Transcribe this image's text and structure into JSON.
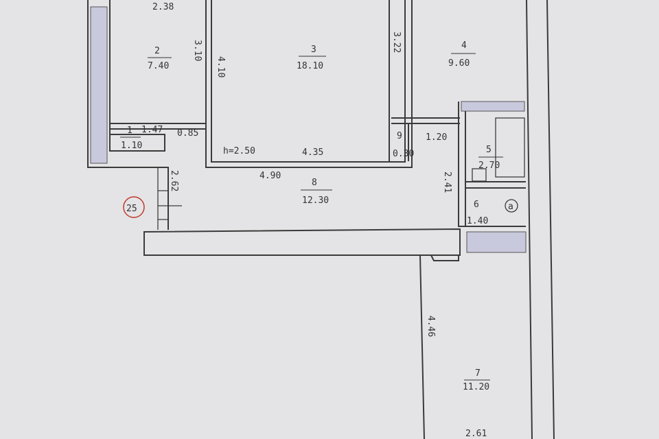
{
  "plan": {
    "rooms": [
      {
        "number": "1",
        "area": "1.10"
      },
      {
        "number": "2",
        "area": "7.40"
      },
      {
        "number": "3",
        "area": "18.10"
      },
      {
        "number": "4",
        "area": "9.60"
      },
      {
        "number": "5",
        "area": "2.70"
      },
      {
        "number": "6",
        "area": "1.40"
      },
      {
        "number": "7",
        "area": "11.20"
      },
      {
        "number": "8",
        "area": "12.30"
      },
      {
        "number": "9",
        "area": "0.30"
      }
    ],
    "dimensions": {
      "d_2_38": "2.38",
      "d_3_10": "3.10",
      "d_4_10": "4.10",
      "d_3_22": "3.22",
      "d_1_47": "1.47",
      "d_0_85": "0.85",
      "d_2_62": "2.62",
      "d_4_35": "4.35",
      "d_4_90": "4.90",
      "d_1_20": "1.20",
      "d_2_41": "2.41",
      "d_4_46": "4.46",
      "d_2_61": "2.61"
    },
    "ceiling_height": "h=2.50",
    "apartment_stamp": "25",
    "sink_mark": "a"
  },
  "colors": {
    "stamp": "#c0392b",
    "window": "#c9c9dd",
    "ink": "#3a3a3a",
    "pencil": "#6a6a8a"
  }
}
